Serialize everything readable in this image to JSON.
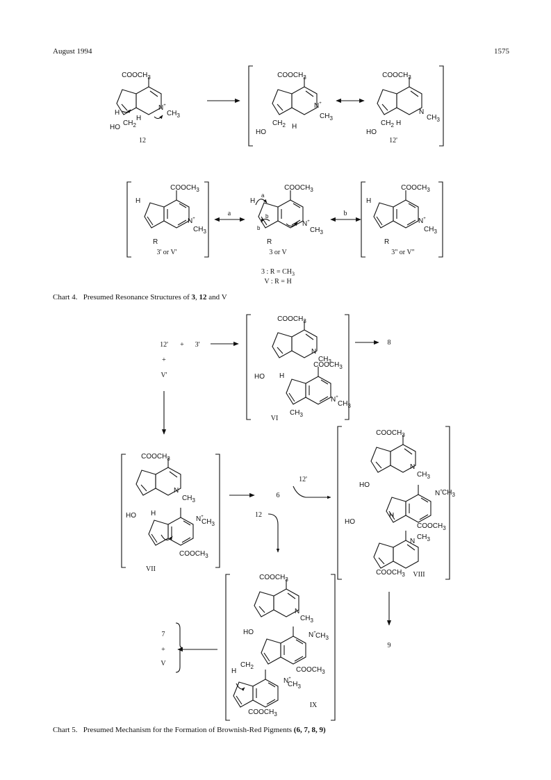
{
  "header": {
    "journal_date": "August 1994",
    "page_number": "1575"
  },
  "chem": {
    "cooch3": "COOCH",
    "ch3": "CH",
    "ch2": "CH",
    "sub3": "3",
    "sub2": "2",
    "N": "N",
    "Nplus": "N",
    "plus": "+",
    "H": "H",
    "HO": "HO",
    "R": "R",
    "a": "a",
    "b": "b"
  },
  "labels": {
    "c12": "12",
    "c12p": "12'",
    "c3p": "3'",
    "c3pp": "3\"",
    "c3orV": "3 or V",
    "c3porVp": "3' or V'",
    "c3pporVpp": "3\" or V\"",
    "def3": "3 : R = CH",
    "defV": "V : R = H",
    "plus": "+",
    "Vp": "V'",
    "c6": "6",
    "c7": "7",
    "c8": "8",
    "c9": "9",
    "VI": "VI",
    "VII": "VII",
    "VIII": "VIII",
    "IX": "IX",
    "V": "V"
  },
  "captions": {
    "chart4_prefix": "Chart 4.",
    "chart4_text": "Presumed Resonance Structures of",
    "chart4_c1": "3",
    "chart4_c2": "12",
    "chart4_and": "and",
    "chart4_c3": "V",
    "chart5_prefix": "Chart 5.",
    "chart5_text": "Presumed Mechanism for the Formation of Brownish-Red Pigments",
    "chart5_cmpds": "(6, 7, 8, 9)"
  }
}
